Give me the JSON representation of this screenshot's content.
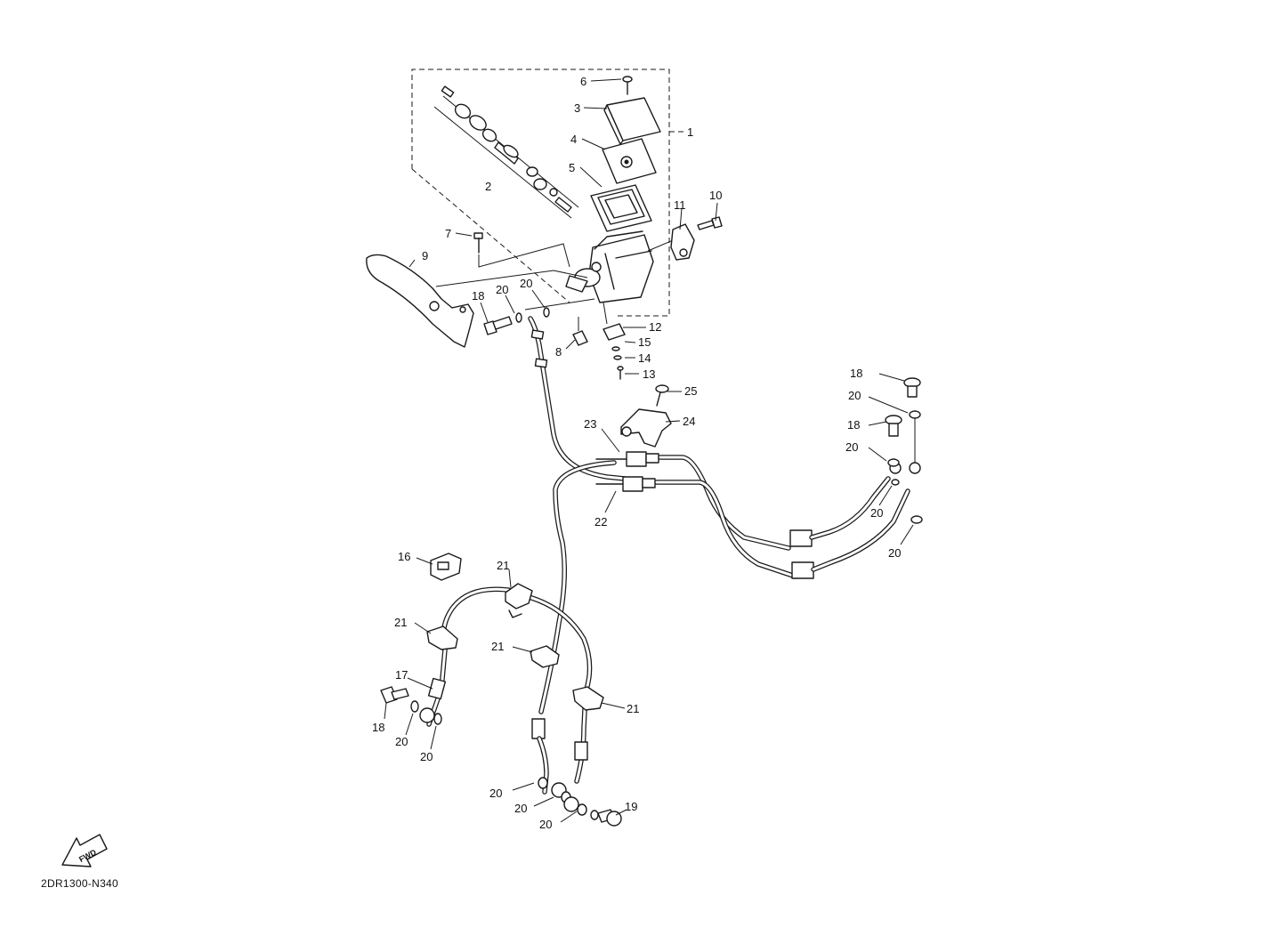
{
  "diagram_code": "2DR1300-N340",
  "fwd_label": "FWD",
  "callouts": [
    "1",
    "2",
    "3",
    "4",
    "5",
    "6",
    "7",
    "8",
    "9",
    "10",
    "11",
    "12",
    "13",
    "14",
    "15",
    "16",
    "17",
    "18",
    "18",
    "18",
    "18",
    "19",
    "20",
    "20",
    "20",
    "20",
    "20",
    "20",
    "20",
    "20",
    "20",
    "20",
    "20",
    "21",
    "21",
    "21",
    "21",
    "22",
    "23",
    "24",
    "25"
  ]
}
